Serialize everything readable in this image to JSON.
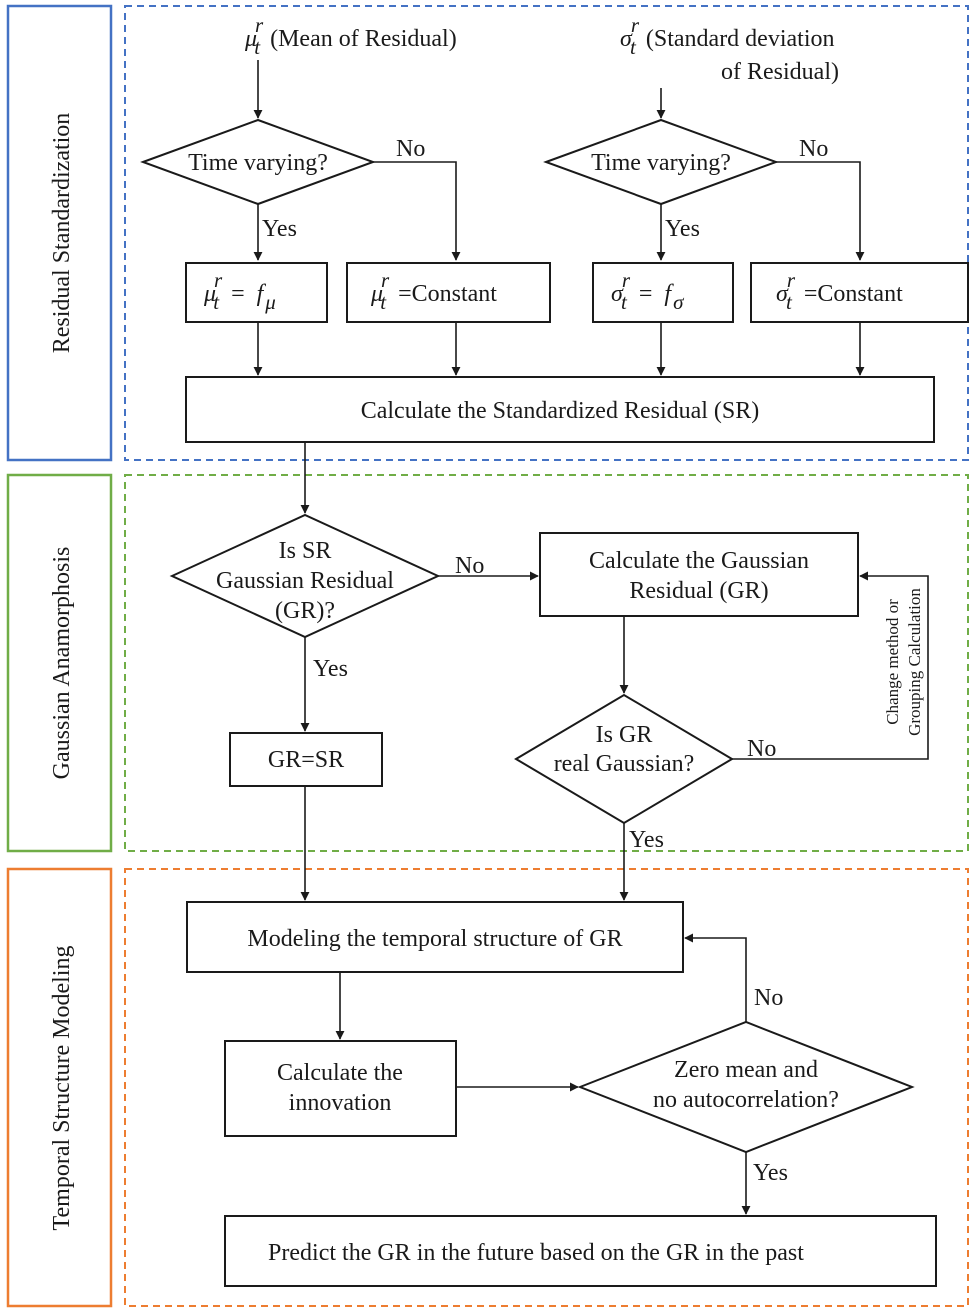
{
  "colors": {
    "blue": "#4472c4",
    "green": "#70ad47",
    "orange": "#ed7d31",
    "ink": "#1a1a1a"
  },
  "sections": {
    "residual_standardization": "Residual Standardization",
    "gaussian_anamorphosis": "Gaussian Anamorphosis",
    "temporal_structure_modeling": "Temporal Structure Modeling"
  },
  "rs": {
    "mean_symbol": "μ",
    "sd_symbol": "σ",
    "sup_r": "r",
    "sub_t": "t",
    "sub_mu": "μ",
    "sub_sigma": "σ",
    "f": "f",
    "eq": "=",
    "mean_label": "(Mean of Residual)",
    "sd_label_1": "(Standard deviation",
    "sd_label_2": "of Residual)",
    "time_varying_q": "Time varying?",
    "yes": "Yes",
    "no": "No",
    "constant": "=Constant",
    "calc_sr": "Calculate the Standardized Residual (SR)"
  },
  "ga": {
    "is_sr_1": "Is SR",
    "is_sr_2": "Gaussian Residual",
    "is_sr_3": "(GR)?",
    "no": "No",
    "yes": "Yes",
    "calc_gr_1": "Calculate the Gaussian",
    "calc_gr_2": "Residual (GR)",
    "gr_eq_sr": "GR=SR",
    "is_gr_1": "Is GR",
    "is_gr_2": "real Gaussian?",
    "no2": "No",
    "yes2": "Yes",
    "change_1": "Change method or",
    "change_2": "Grouping Calculation"
  },
  "tsm": {
    "modeling": "Modeling the temporal structure of GR",
    "calc_innov_1": "Calculate the",
    "calc_innov_2": "innovation",
    "zero_1": "Zero mean and",
    "zero_2": "no autocorrelation?",
    "no": "No",
    "yes": "Yes",
    "predict": "Predict the GR in the future based on the GR in the past"
  }
}
